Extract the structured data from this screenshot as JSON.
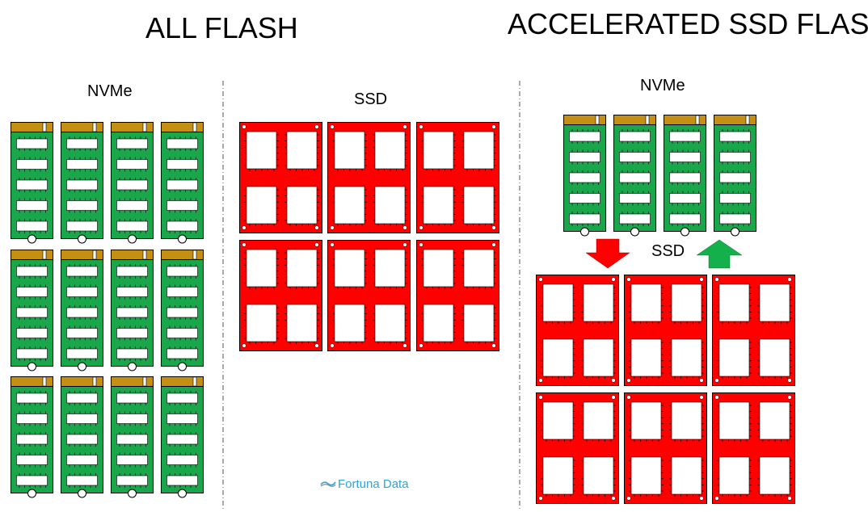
{
  "titles": {
    "left": "ALL FLASH",
    "right": "ACCELERATED SSD FLASH"
  },
  "labels": {
    "nvme_left": "NVMe",
    "ssd_middle": "SSD",
    "nvme_right": "NVMe",
    "ssd_right": "SSD"
  },
  "logo": {
    "text": "Fortuna Data"
  },
  "colors": {
    "nvme_board": "#1aa64a",
    "nvme_connector": "#c48f12",
    "ssd_board": "#ff0000",
    "arrow_down": "#ff0000",
    "arrow_up": "#14b04c",
    "divider": "#555555",
    "logo": "#2aa6d6"
  },
  "panels": [
    {
      "name": "all-flash-nvme",
      "device": "nvme",
      "rows": 3,
      "cols": 4
    },
    {
      "name": "all-flash-ssd",
      "device": "ssd",
      "rows": 2,
      "cols": 3
    },
    {
      "name": "accelerated-nvme",
      "device": "nvme",
      "rows": 1,
      "cols": 4
    },
    {
      "name": "accelerated-ssd",
      "device": "ssd",
      "rows": 2,
      "cols": 3
    }
  ],
  "arrows": [
    {
      "name": "arrow-down-icon",
      "direction": "down"
    },
    {
      "name": "arrow-up-icon",
      "direction": "up"
    }
  ],
  "icons": [
    "nvme-card-icon",
    "ssd-board-icon",
    "arrow-down-icon",
    "arrow-up-icon",
    "fortuna-data-logo-icon"
  ]
}
